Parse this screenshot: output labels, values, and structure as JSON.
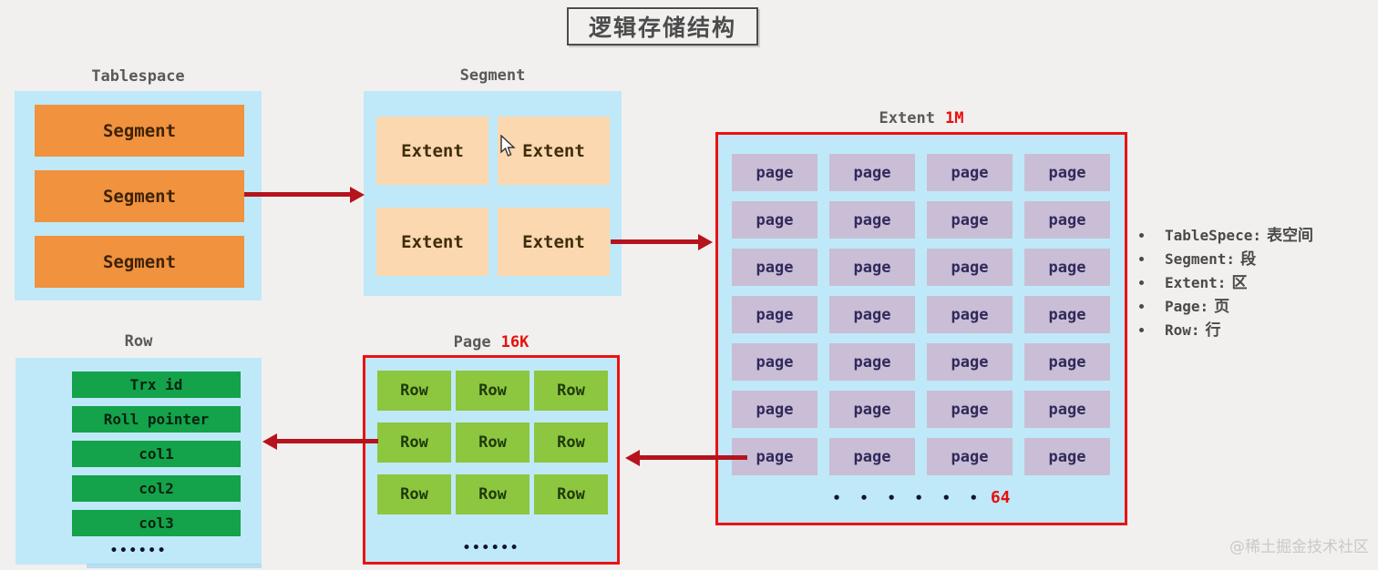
{
  "title": "逻辑存储结构",
  "tablespace": {
    "label": "Tablespace",
    "segment_label": "Segment",
    "segment_count": 3
  },
  "segment_box": {
    "label": "Segment",
    "extent_label": "Extent",
    "extent_count": 4
  },
  "extent_box": {
    "label": "Extent",
    "size_label": "1M",
    "page_label": "page",
    "grid": {
      "rows": 7,
      "cols": 4
    },
    "ellipsis": "• • • • • •",
    "page_count": "64"
  },
  "page_box": {
    "label": "Page",
    "size_label": "16K",
    "row_label": "Row",
    "grid": {
      "rows": 3,
      "cols": 3
    },
    "ellipsis": "••••••"
  },
  "row_box": {
    "label": "Row",
    "fields": [
      "Trx id",
      "Roll pointer",
      "col1",
      "col2",
      "col3"
    ],
    "ellipsis": "••••••"
  },
  "legend": {
    "items": [
      {
        "term": "TableSpece:",
        "definition": "表空间"
      },
      {
        "term": "Segment:",
        "definition": "段"
      },
      {
        "term": "Extent:",
        "definition": "区"
      },
      {
        "term": "Page:",
        "definition": "页"
      },
      {
        "term": "Row:",
        "definition": "行"
      }
    ]
  },
  "watermark": "@稀土掘金技术社区",
  "colors": {
    "background": "#f1f0ee",
    "container_blue": "#bfe9f8",
    "segment_orange": "#f0923e",
    "extent_peach": "#fbd8af",
    "page_purple": "#c9bed5",
    "row_light_green": "#8dc63f",
    "row_dark_green": "#14a24b",
    "red_accent": "#e8100c",
    "red_box_border": "#ec1212",
    "arrow_red": "#b5131d",
    "label_gray": "#595959"
  }
}
